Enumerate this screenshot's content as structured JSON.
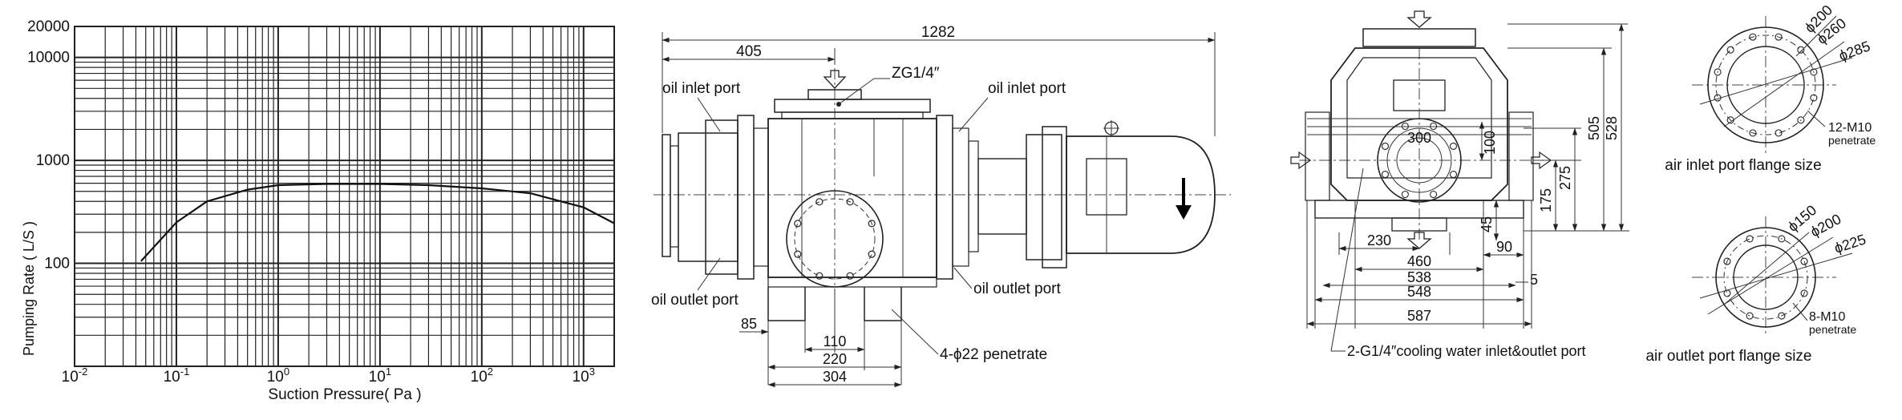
{
  "chart_data": {
    "type": "line",
    "title": "",
    "xlabel": "Suction Pressure( Pa )",
    "ylabel": "Pumping Rate ( L/S )",
    "x_scale": "log",
    "y_scale": "log",
    "xlim": [
      0.01,
      2000
    ],
    "ylim": [
      10,
      20000
    ],
    "grid": true,
    "x_ticks": [
      {
        "v": 0.01,
        "base": "10",
        "exp": "-2"
      },
      {
        "v": 0.1,
        "base": "10",
        "exp": "-1"
      },
      {
        "v": 1,
        "base": "10",
        "exp": "0"
      },
      {
        "v": 10,
        "base": "10",
        "exp": "1"
      },
      {
        "v": 100,
        "base": "10",
        "exp": "2"
      },
      {
        "v": 1000,
        "base": "10",
        "exp": "3"
      }
    ],
    "y_ticks": [
      {
        "v": 100,
        "label": "100"
      },
      {
        "v": 1000,
        "label": "1000"
      },
      {
        "v": 10000,
        "label": "10000"
      },
      {
        "v": 20000,
        "label": "20000"
      }
    ],
    "series": [
      {
        "x": [
          0.045,
          0.07,
          0.1,
          0.2,
          0.5,
          1,
          3,
          10,
          30,
          100,
          300,
          1000,
          2000
        ],
        "y": [
          105,
          170,
          250,
          400,
          520,
          575,
          590,
          590,
          575,
          535,
          480,
          350,
          245
        ]
      }
    ]
  },
  "side_view": {
    "labels": {
      "oil_inlet_left": "oil inlet port",
      "oil_inlet_right": "oil inlet port",
      "oil_outlet_left": "oil outlet port",
      "oil_outlet_right": "oil outlet port",
      "zg": "ZG1/4″",
      "penetrate": "4-ϕ22 penetrate"
    },
    "dims": {
      "d1282": "1282",
      "d405": "405",
      "d85": "85",
      "d110": "110",
      "d220": "220",
      "d304": "304"
    }
  },
  "end_view": {
    "dims": {
      "d300": "300",
      "d100": "100",
      "d505": "505",
      "d528": "528",
      "d275": "275",
      "d175": "175",
      "d45": "45",
      "d90": "90",
      "d230": "230",
      "d460": "460",
      "d538": "538",
      "d548": "548",
      "d587": "587",
      "d5": "5"
    },
    "cooling_label": "2-G1/4″cooling water inlet&outlet port"
  },
  "flanges": {
    "inlet": {
      "d200": "ϕ200",
      "d260": "ϕ260",
      "d285": "ϕ285",
      "bolts": "12-M10",
      "penetrate": "penetrate",
      "caption": "air inlet port flange size"
    },
    "outlet": {
      "d150": "ϕ150",
      "d200": "ϕ200",
      "d225": "ϕ225",
      "bolts": "8-M10",
      "penetrate": "penetrate",
      "caption": "air outlet port flange size"
    }
  }
}
